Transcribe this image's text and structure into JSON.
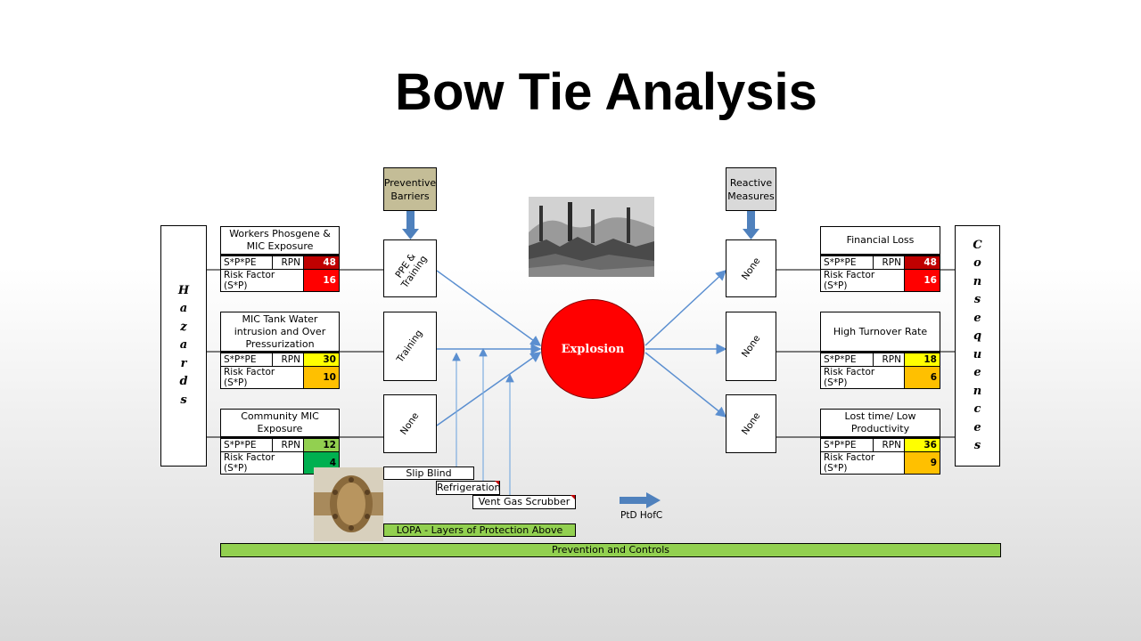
{
  "title": "Bow Tie Analysis",
  "hazards_label": [
    "H",
    "a",
    "z",
    "a",
    "r",
    "d",
    "s"
  ],
  "consequences_label": [
    "C",
    "o",
    "n",
    "s",
    "e",
    "q",
    "u",
    "e",
    "n",
    "c",
    "e",
    "s"
  ],
  "preventive_header": "Preventive Barriers",
  "reactive_header": "Reactive Measures",
  "central_event": "Explosion",
  "row_label_1": "S*P*PE",
  "rpn_label": "RPN",
  "row_label_2": "Risk Factor (S*P)",
  "hazards": [
    {
      "name": "Workers Phosgene & MIC Exposure",
      "rpn": "48",
      "rpn_color": "#c00000",
      "rf": "16",
      "rf_color": "#ff0000"
    },
    {
      "name": "MIC Tank Water intrusion and Over Pressurization",
      "rpn": "30",
      "rpn_color": "#ffff00",
      "rf": "10",
      "rf_color": "#ffc000"
    },
    {
      "name": "Community MIC Exposure",
      "rpn": "12",
      "rpn_color": "#92d050",
      "rf": "4",
      "rf_color": "#00b050"
    }
  ],
  "consequences": [
    {
      "name": "Financial Loss",
      "rpn": "48",
      "rpn_color": "#c00000",
      "rf": "16",
      "rf_color": "#ff0000"
    },
    {
      "name": "High Turnover Rate",
      "rpn": "18",
      "rpn_color": "#ffff00",
      "rf": "6",
      "rf_color": "#ffc000"
    },
    {
      "name": "Lost time/ Low Productivity",
      "rpn": "36",
      "rpn_color": "#ffff00",
      "rf": "9",
      "rf_color": "#ffc000"
    }
  ],
  "preventive_barriers": [
    "PPE & Training",
    "Training",
    "None"
  ],
  "reactive_barriers": [
    "None",
    "None",
    "None"
  ],
  "lopa_items": [
    "Slip Blind",
    "Refrigeration",
    "Vent Gas Scrubber"
  ],
  "lopa_label": "LOPA - Layers of Protection Above",
  "ptd_label": "PtD HofC",
  "prevention_label": "Prevention and Controls",
  "colors": {
    "preventive_header_bg": "#c4bd97",
    "reactive_header_bg": "#d9d9d9",
    "arrow": "#4f81bd",
    "connector": "#6f9fd8",
    "green": "#92d050"
  }
}
